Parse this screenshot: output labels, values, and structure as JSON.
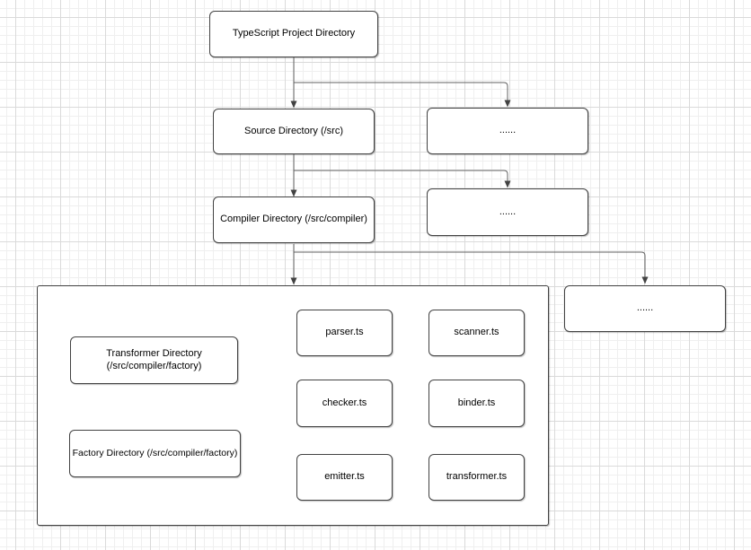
{
  "colors": {
    "background": "#ffffff",
    "grid_minor": "#efefef",
    "grid_major": "#dadada",
    "node_fill": "#ffffff",
    "node_border": "#424242",
    "edge": "#616161",
    "text": "#000000"
  },
  "diagram": {
    "type": "flowchart",
    "nodes": [
      {
        "id": "project",
        "label": "TypeScript Project Directory"
      },
      {
        "id": "source",
        "label": "Source Directory (/src)"
      },
      {
        "id": "ellipsis-top",
        "label": "......"
      },
      {
        "id": "compiler",
        "label": "Compiler Directory (/src/compiler)"
      },
      {
        "id": "ellipsis-mid",
        "label": "......"
      },
      {
        "id": "compiler-files-group",
        "label": ""
      },
      {
        "id": "ellipsis-bottom",
        "label": "......"
      },
      {
        "id": "transformer-dir",
        "label": "Transformer Directory (/src/compiler/factory)"
      },
      {
        "id": "factory-dir",
        "label": "Factory Directory (/src/compiler/factory)"
      },
      {
        "id": "parser-file",
        "label": "parser.ts"
      },
      {
        "id": "scanner-file",
        "label": "scanner.ts"
      },
      {
        "id": "checker-file",
        "label": "checker.ts"
      },
      {
        "id": "binder-file",
        "label": "binder.ts"
      },
      {
        "id": "emitter-file",
        "label": "emitter.ts"
      },
      {
        "id": "transformer-file",
        "label": "transformer.ts"
      }
    ],
    "edges": [
      {
        "from": "project",
        "to": "source"
      },
      {
        "from": "project",
        "to": "ellipsis-top"
      },
      {
        "from": "source",
        "to": "compiler"
      },
      {
        "from": "source",
        "to": "ellipsis-mid"
      },
      {
        "from": "compiler",
        "to": "compiler-files-group"
      },
      {
        "from": "compiler",
        "to": "ellipsis-bottom"
      }
    ]
  }
}
